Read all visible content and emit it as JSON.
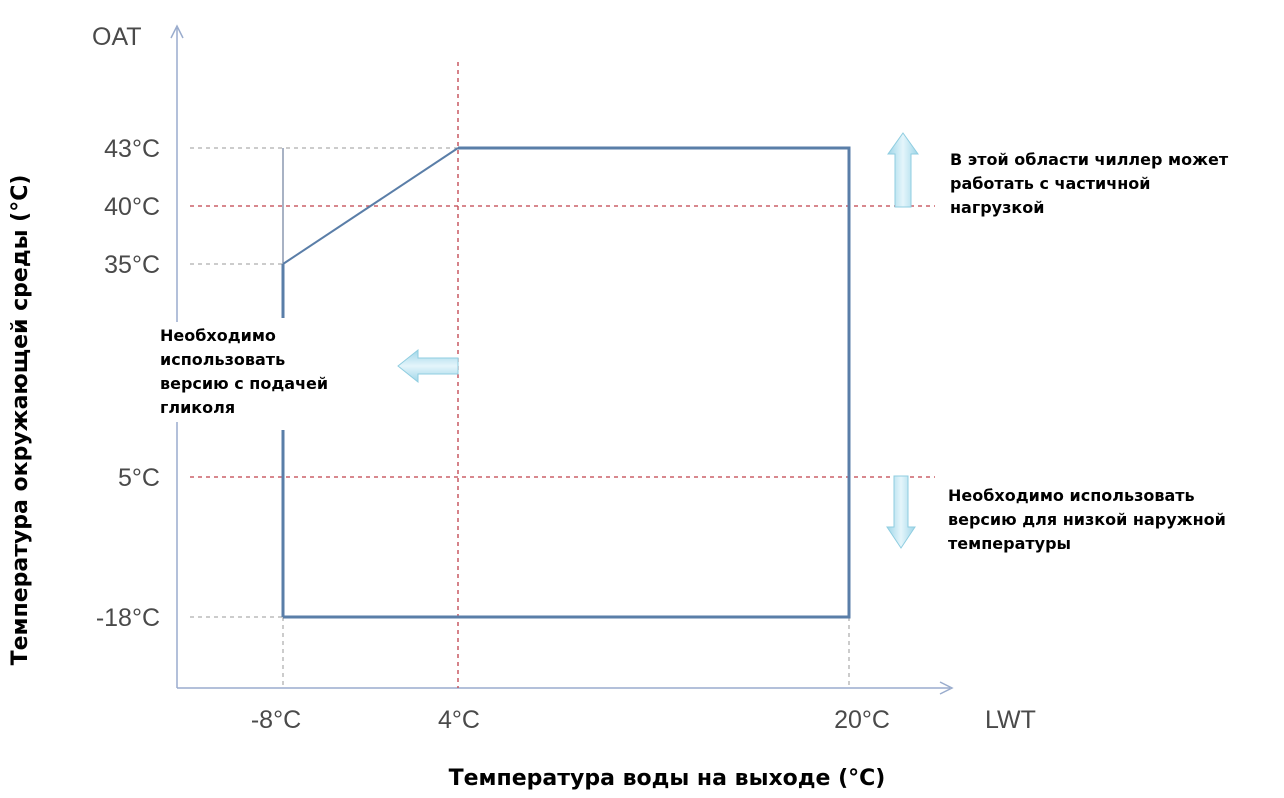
{
  "axes": {
    "y_name": "OAT",
    "x_name": "LWT",
    "y_title": "Температура окружающей среды (°C)",
    "x_title": "Температура воды на выходе (°C)",
    "y_ticks": [
      "43°C",
      "40°C",
      "35°C",
      "5°C",
      "-18°C"
    ],
    "x_ticks": [
      "-8°C",
      "4°C",
      "20°C"
    ]
  },
  "envelope": {
    "lwt_min": -8,
    "lwt_knee": 4,
    "lwt_max": 20,
    "oat_min": -18,
    "oat_left": 35,
    "oat_max": 43
  },
  "reference_lines": {
    "oat": [
      40,
      5
    ],
    "lwt": [
      4
    ]
  },
  "notes": {
    "partial_load": [
      "В этой области чиллер может",
      "работать с частичной",
      "нагрузкой"
    ],
    "glycol": [
      "Необходимо",
      "использовать",
      "версию с подачей",
      "гликоля"
    ],
    "low_ambient": [
      "Необходимо использовать",
      "версию для низкой наружной",
      "температуры"
    ]
  },
  "colors": {
    "envelope": "#5a7ea8",
    "reference": "#c0404a",
    "arrow": "#bfe6f2",
    "axis": "#9aaccd"
  }
}
